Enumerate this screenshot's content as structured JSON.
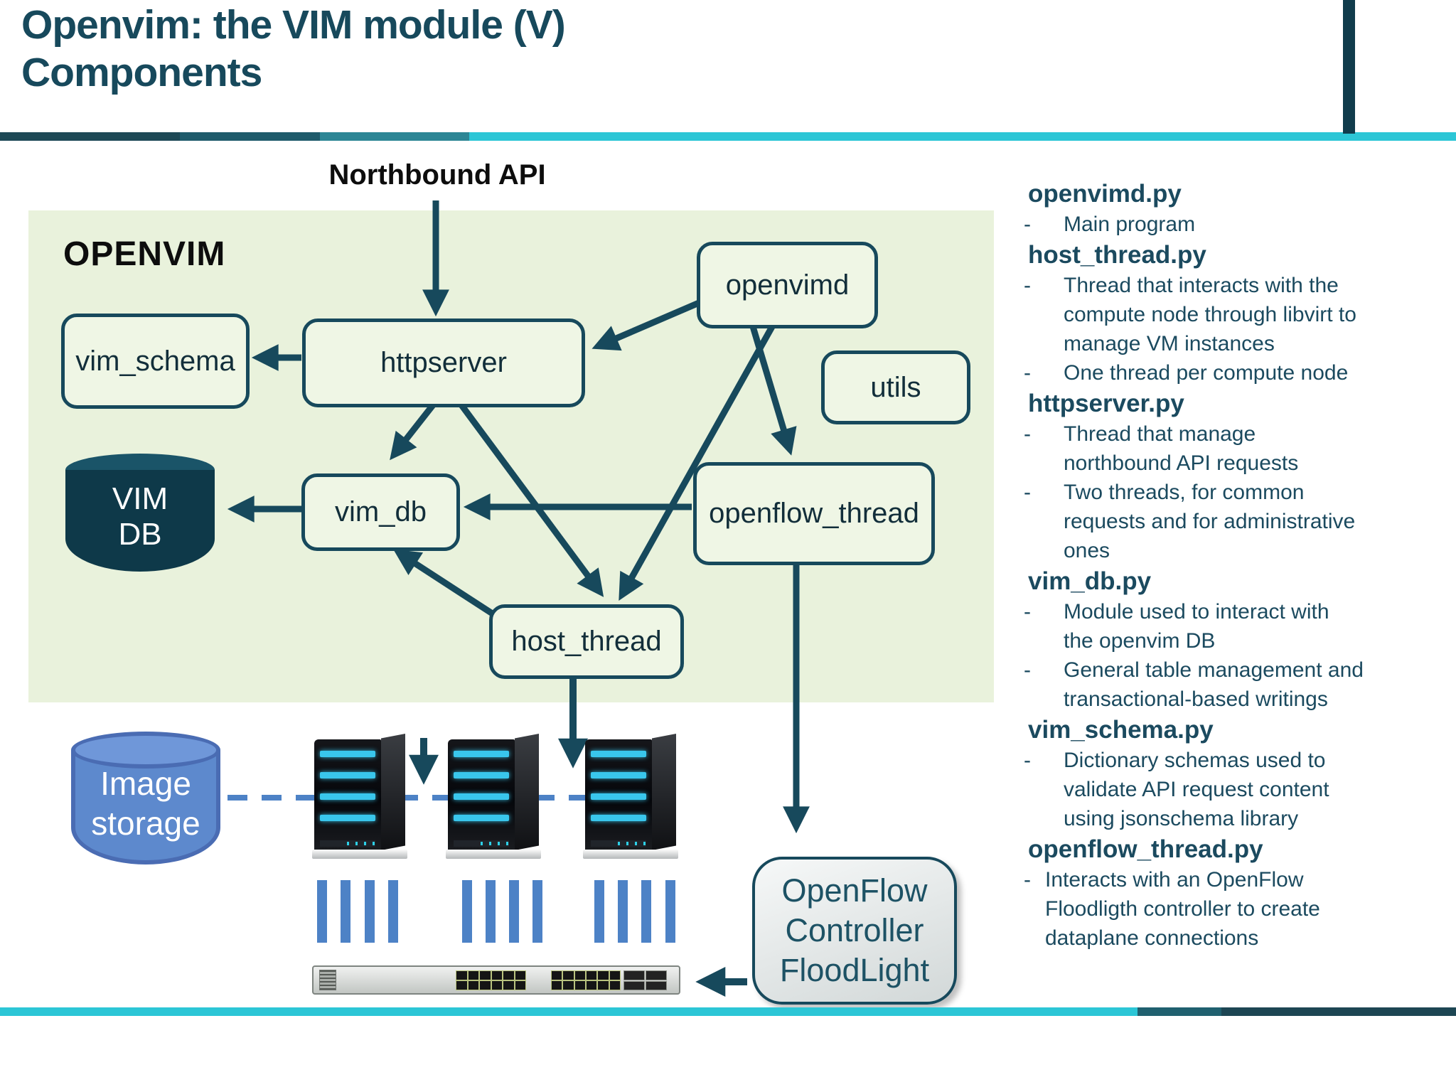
{
  "title": {
    "line1": "Openvim: the VIM module (V)",
    "line2": "Components"
  },
  "diagram": {
    "northbound_api_label": "Northbound API",
    "region_label": "OPENVIM",
    "nodes": {
      "vim_schema": "vim_schema",
      "httpserver": "httpserver",
      "openvimd": "openvimd",
      "utils": "utils",
      "vim_db": "vim_db",
      "openflow_thread": "openflow_thread",
      "host_thread": "host_thread"
    },
    "vim_db_cylinder": {
      "line1": "VIM",
      "line2": "DB"
    },
    "image_storage_cylinder": {
      "line1": "Image",
      "line2": "storage"
    },
    "openflow_controller": {
      "line1": "OpenFlow",
      "line2": "Controller",
      "line3": "FloodLight"
    }
  },
  "notes": {
    "sections": [
      {
        "heading": "openvimd.py",
        "bullets": [
          {
            "lines": [
              "Main program"
            ]
          }
        ]
      },
      {
        "heading": "host_thread.py",
        "bullets": [
          {
            "lines": [
              "Thread that interacts with the",
              "compute node through libvirt to",
              "manage VM instances"
            ]
          },
          {
            "lines": [
              "One thread per compute node"
            ]
          }
        ]
      },
      {
        "heading": "httpserver.py",
        "bullets": [
          {
            "lines": [
              "Thread that manage",
              "northbound API requests"
            ]
          },
          {
            "lines": [
              "Two threads, for common",
              "requests and for administrative",
              "ones"
            ]
          }
        ]
      },
      {
        "heading": "vim_db.py",
        "bullets": [
          {
            "lines": [
              "Module used to interact with",
              "the openvim DB"
            ]
          },
          {
            "lines": [
              "General table management and",
              "transactional-based writings"
            ]
          }
        ]
      },
      {
        "heading": "vim_schema.py",
        "bullets": [
          {
            "lines": [
              "Dictionary schemas used to",
              "validate API request content",
              "using jsonschema library"
            ]
          }
        ]
      },
      {
        "heading": "openflow_thread.py",
        "tight": true,
        "bullets": [
          {
            "lines": [
              "Interacts with an OpenFlow",
              "Floodligth controller to create",
              "dataplane connections"
            ]
          }
        ]
      }
    ]
  },
  "colors": {
    "accent_dark_teal": "#17495c",
    "title_text": "#17495c",
    "panel_green": "#e9f2dc",
    "box_fill": "#eff6e5",
    "cyan_accent": "#2cc6d6",
    "top_bar_segments": [
      "#1e4956",
      "#1f5b6b",
      "#2d8695",
      "#2cc6d6"
    ],
    "bottom_bar_segments": [
      "#2cc6d6",
      "#20606f",
      "#1d4653"
    ],
    "blue_links": "#4d82c6",
    "image_storage_fill": "#5d89cd",
    "image_storage_border": "#4a6cb3",
    "vim_db_fill": "#0e3949",
    "notes_text": "#1b4a5f",
    "server_stripe": "#39c6ec"
  }
}
